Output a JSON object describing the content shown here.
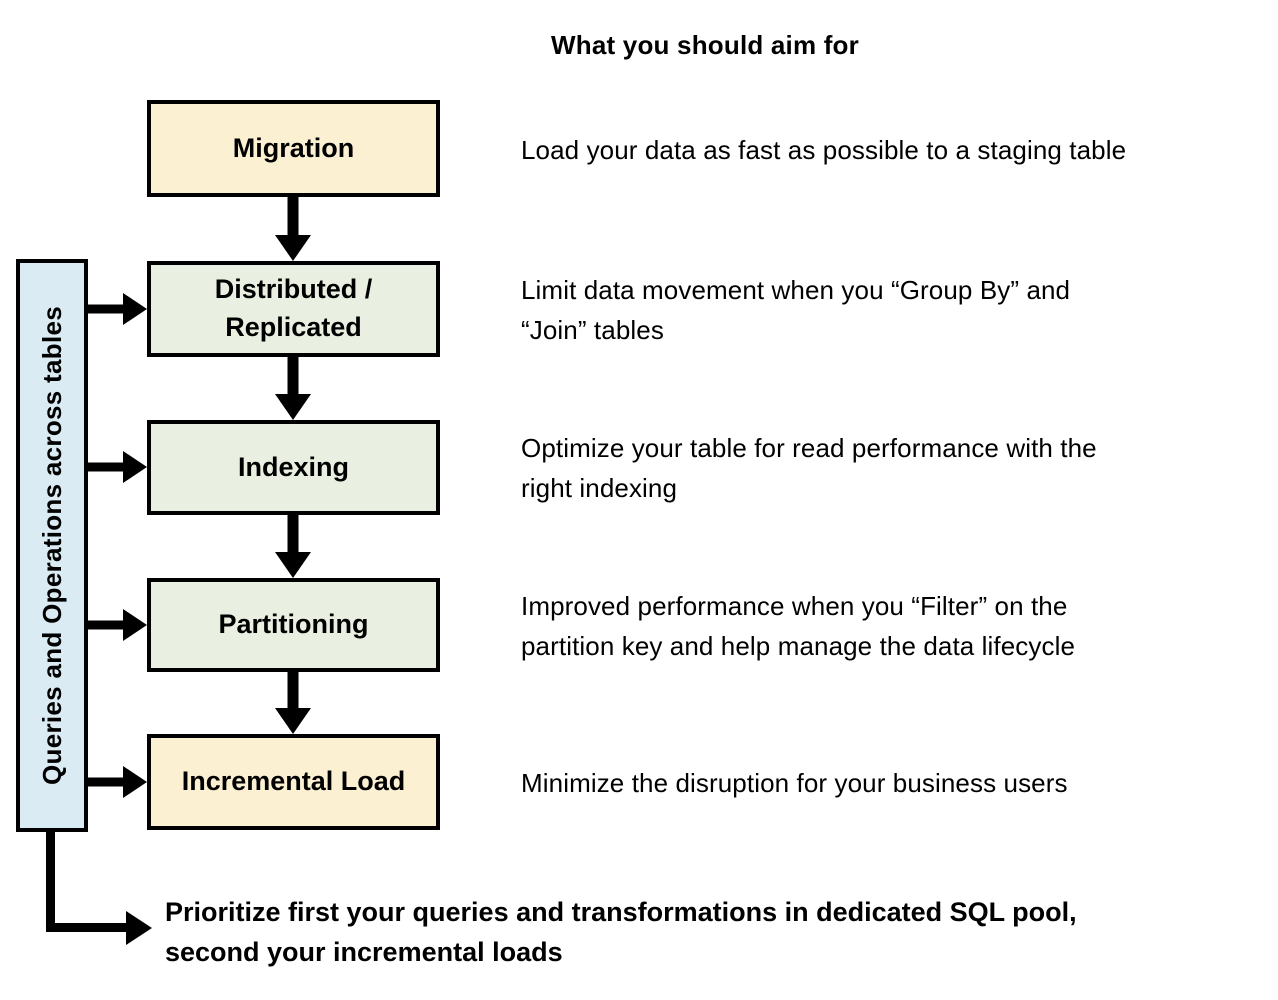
{
  "title": "What you should aim for",
  "sidebar": {
    "label": "Queries and Operations across tables"
  },
  "flow": {
    "boxes": [
      {
        "label": "Migration",
        "style": "cream",
        "description": "Load your data as fast as possible to a staging table"
      },
      {
        "label": "Distributed / Replicated",
        "style": "green",
        "description": "Limit data movement when you “Group By” and\n“Join” tables"
      },
      {
        "label": "Indexing",
        "style": "green",
        "description": "Optimize your table for read performance with the\nright indexing"
      },
      {
        "label": "Partitioning",
        "style": "green",
        "description": "Improved performance when you “Filter” on the\npartition key and help manage the data lifecycle"
      },
      {
        "label": "Incremental Load",
        "style": "cream",
        "description": "Minimize the disruption for your business users"
      }
    ]
  },
  "footer": {
    "note": "Prioritize first your queries and transformations in dedicated SQL pool,\nsecond your incremental loads"
  },
  "colors": {
    "cream": "#FBF0D2",
    "green": "#E9F0E2",
    "blue": "#DAEBF4",
    "line": "#000000"
  }
}
